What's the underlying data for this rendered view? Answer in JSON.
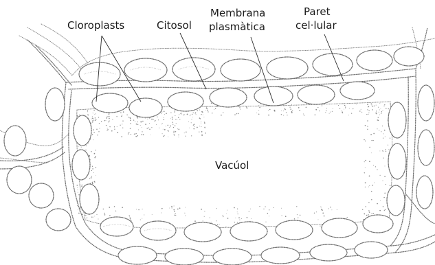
{
  "labels": {
    "chloroplasts": "Cloroplasts",
    "cytosol": "Citosol",
    "membrane_line1": "Membrana",
    "membrane_line2": "plasmàtica",
    "wall_line1": "Paret",
    "wall_line2": "cel·lular",
    "vacuole": "Vacúol"
  }
}
